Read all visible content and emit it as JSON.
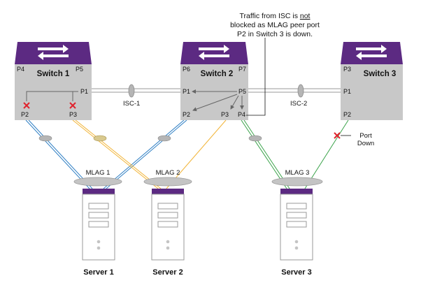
{
  "annotation": {
    "line1": "Traffic from ISC is",
    "line1_emphasis": "not",
    "line2": "blocked as MLAG peer port",
    "line3": "P2 in Switch 3 is down."
  },
  "switches": [
    {
      "name": "Switch 1",
      "ports": {
        "top_left": "P4",
        "top_right": "P5",
        "isc": "P1",
        "a": "P2",
        "b": "P3"
      }
    },
    {
      "name": "Switch 2",
      "ports": {
        "top_left": "P6",
        "top_right": "P7",
        "isc_left": "P1",
        "hub": "P5",
        "a": "P2",
        "b": "P3",
        "c": "P4"
      }
    },
    {
      "name": "Switch 3",
      "ports": {
        "top_left": "P3",
        "isc": "P1",
        "a": "P2"
      }
    }
  ],
  "isc_links": [
    "ISC-1",
    "ISC-2"
  ],
  "mlags": [
    "MLAG 1",
    "MLAG 2",
    "MLAG 3"
  ],
  "servers": [
    "Server 1",
    "Server 2",
    "Server 3"
  ],
  "port_down": {
    "line1": "Port",
    "line2": "Down"
  },
  "colors": {
    "switch_body": "#c8c8c8",
    "switch_top": "#5c2a82",
    "blue_link": "#2f7fc4",
    "yellow_link": "#f2b53a",
    "green_link": "#3aa34a",
    "isc_line": "#9a9a9a",
    "blocked": "#e0242e"
  }
}
